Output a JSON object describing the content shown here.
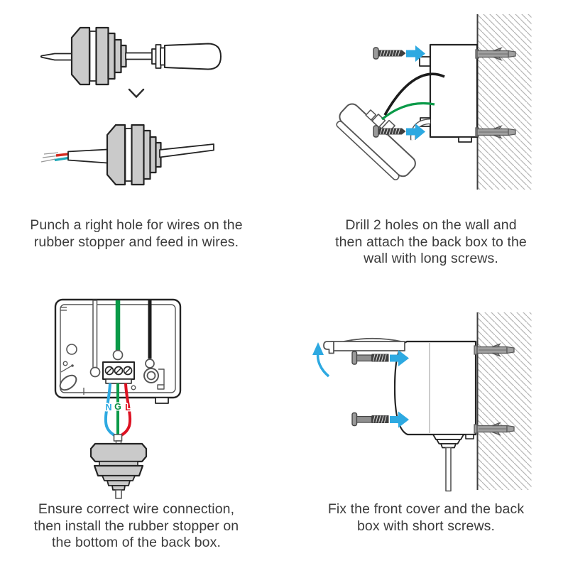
{
  "document": {
    "type": "installation-instructions-diagram",
    "subject": "wall-mounted back box with rubber stopper wiring"
  },
  "steps": [
    {
      "id": 1,
      "caption_lines": [
        "Punch a right hole for wires on the",
        "rubber stopper and feed in wires."
      ]
    },
    {
      "id": 2,
      "caption_lines": [
        "Drill 2 holes on the wall and",
        "then attach the back box to the",
        "wall with long screws."
      ]
    },
    {
      "id": 3,
      "caption_lines": [
        "Ensure correct wire connection,",
        "then install the rubber stopper on",
        "the bottom of the back box."
      ]
    },
    {
      "id": 4,
      "caption_lines": [
        "Fix the front cover and the back",
        "box with short screws."
      ]
    }
  ],
  "wire_labels": [
    {
      "letter": "N",
      "color": "#2da9e1"
    },
    {
      "letter": "G",
      "color": "#0a8f43"
    },
    {
      "letter": "L",
      "color": "#e0101e"
    }
  ],
  "colors": {
    "arrow_blue": "#2da9e1",
    "wire_blue": "#2da9e1",
    "wire_green": "#0a9a48",
    "wire_red": "#dd1122",
    "wire_black": "#1c1c1c",
    "strand_red": "#d42a1f",
    "strand_teal": "#1fa8b8",
    "stopper_gray": "#cacaca",
    "wall_hatch": "#b5b5b5",
    "caption_text": "#3c3c3c"
  }
}
